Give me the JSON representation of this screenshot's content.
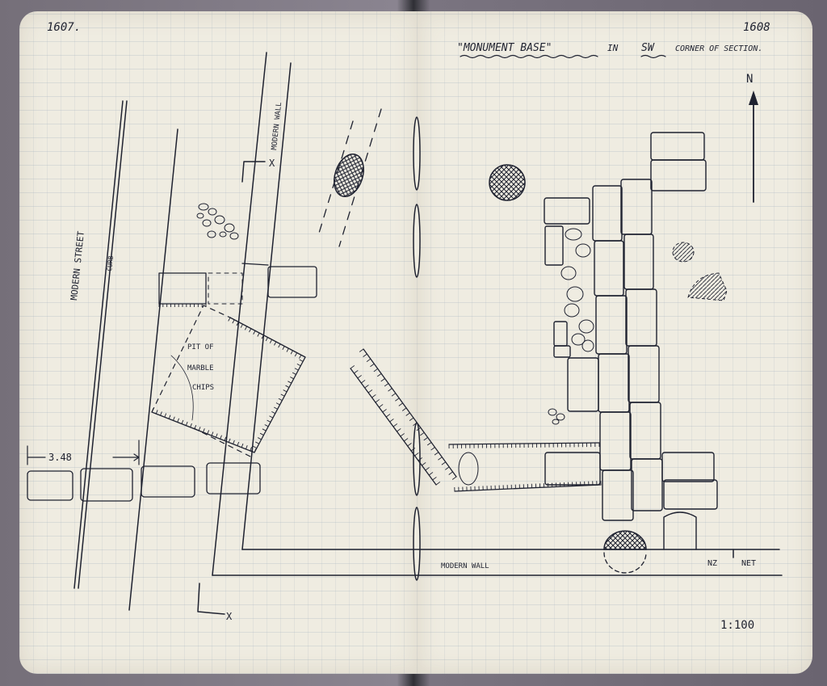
{
  "page_numbers": {
    "left": "1607.",
    "right": "1608"
  },
  "title": {
    "part1": "\"MONUMENT BASE\"",
    "part2": "IN",
    "part3": "SW",
    "part4": "CORNER OF SECTION."
  },
  "labels": {
    "modern_street": "MODERN STREET",
    "curb": "CURB",
    "modern_wall_vertical": "MODERN WALL",
    "modern_wall_horizontal": "MODERN WALL",
    "pit_line1": "PIT OF",
    "pit_line2": "MARBLE",
    "pit_line3": "CHIPS",
    "measurement": "3.48",
    "north": "N",
    "nz": "NZ",
    "net": "NET",
    "scale": "1:100",
    "marker_x": "X"
  },
  "colors": {
    "ink": "#1f2230",
    "paper": "#efece1",
    "cover": "#7a7480"
  }
}
